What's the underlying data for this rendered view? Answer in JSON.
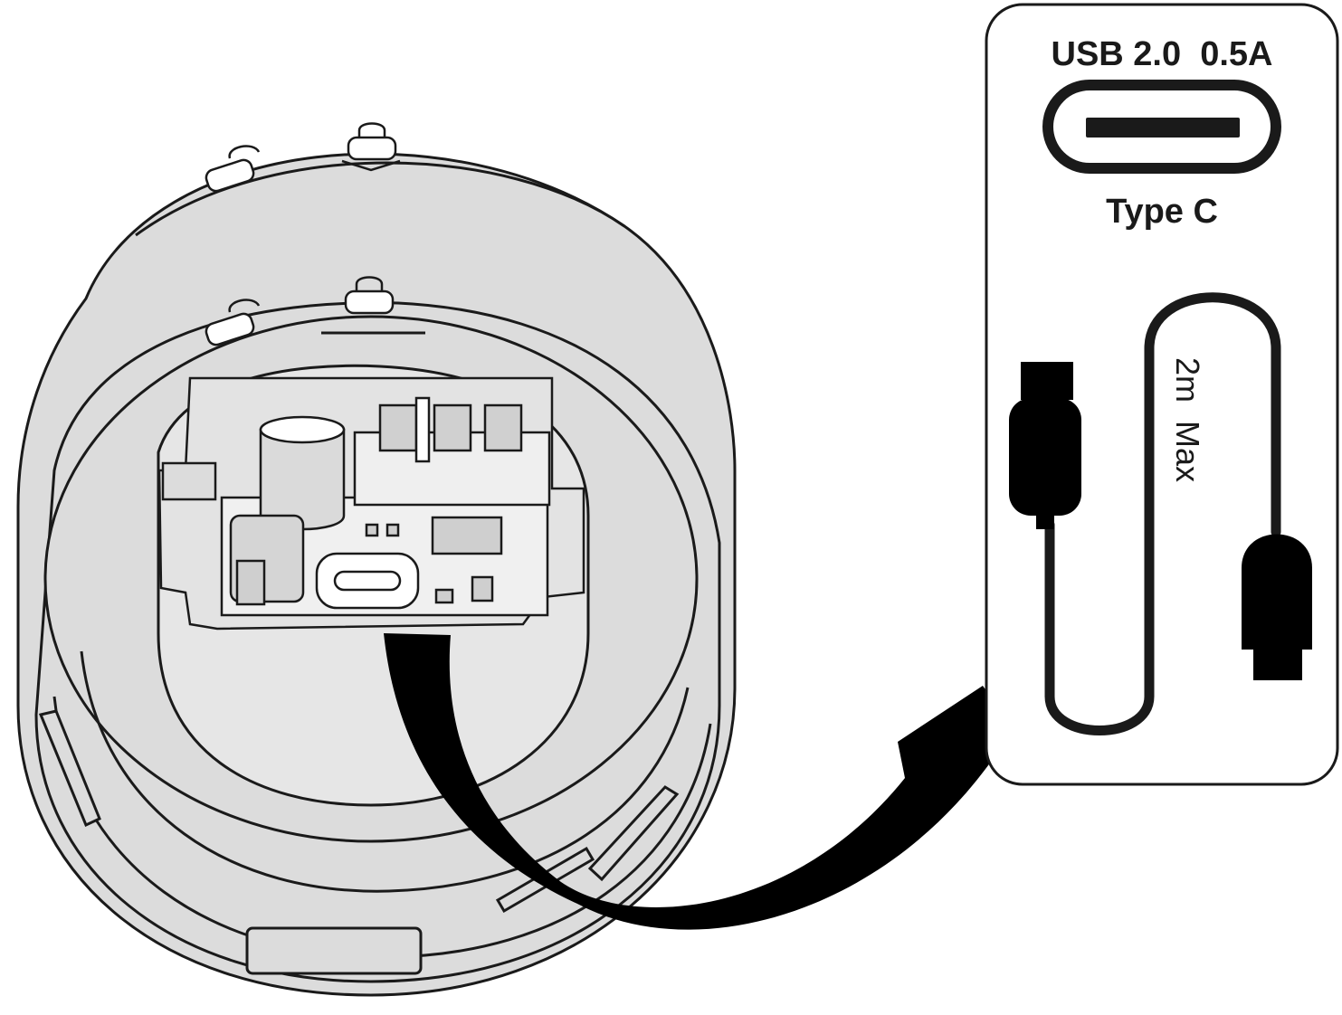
{
  "spec_card": {
    "usb_spec": "USB 2.0  0.5A",
    "port_type": "Type C",
    "cable_length": "2m  Max"
  },
  "icons": {
    "lock_icon": "padlock-locked",
    "unlock_icon": "padlock-unlocked",
    "usb_c_port_icon": "usb-c-port",
    "usb_a_plug_icon": "usb-a-plug",
    "usb_c_plug_icon": "usb-c-plug",
    "arrow": "curved-arrow"
  },
  "colors": {
    "housing_fill": "#dcdcdc",
    "line": "#1a1a1a",
    "card_fill": "#ffffff",
    "arrow_fill": "#000000"
  }
}
